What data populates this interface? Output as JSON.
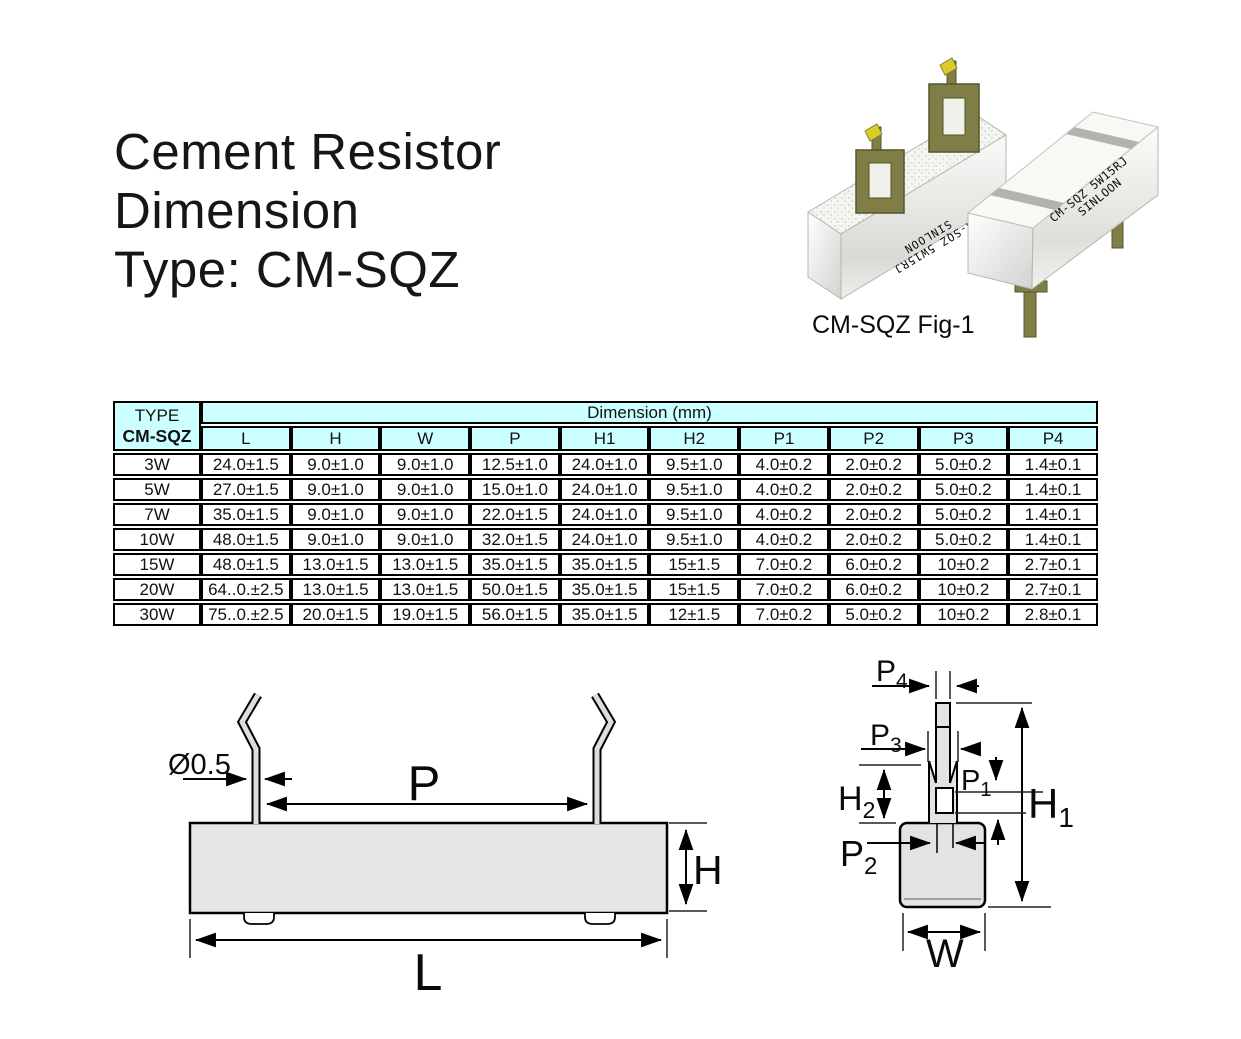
{
  "title": {
    "line1": "Cement Resistor",
    "line2": "Dimension",
    "line3": "Type: CM-SQZ"
  },
  "figure": {
    "caption": "CM-SQZ Fig-1",
    "marking_line1": "CM-SQZ 5W15RJ",
    "marking_line2": "SINLOON",
    "tab_color": "#7e7e46",
    "tip_color": "#d9cd2b"
  },
  "table": {
    "corner_header": "TYPE",
    "corner_subheader": "CM-SQZ",
    "span_header": "Dimension (mm)",
    "header_bg": "#ccffff",
    "columns": [
      "L",
      "H",
      "W",
      "P",
      "H1",
      "H2",
      "P1",
      "P2",
      "P3",
      "P4"
    ],
    "rows": [
      {
        "type": "3W",
        "values": [
          "24.0±1.5",
          "9.0±1.0",
          "9.0±1.0",
          "12.5±1.0",
          "24.0±1.0",
          "9.5±1.0",
          "4.0±0.2",
          "2.0±0.2",
          "5.0±0.2",
          "1.4±0.1"
        ]
      },
      {
        "type": "5W",
        "values": [
          "27.0±1.5",
          "9.0±1.0",
          "9.0±1.0",
          "15.0±1.0",
          "24.0±1.0",
          "9.5±1.0",
          "4.0±0.2",
          "2.0±0.2",
          "5.0±0.2",
          "1.4±0.1"
        ]
      },
      {
        "type": "7W",
        "values": [
          "35.0±1.5",
          "9.0±1.0",
          "9.0±1.0",
          "22.0±1.5",
          "24.0±1.0",
          "9.5±1.0",
          "4.0±0.2",
          "2.0±0.2",
          "5.0±0.2",
          "1.4±0.1"
        ]
      },
      {
        "type": "10W",
        "values": [
          "48.0±1.5",
          "9.0±1.0",
          "9.0±1.0",
          "32.0±1.5",
          "24.0±1.0",
          "9.5±1.0",
          "4.0±0.2",
          "2.0±0.2",
          "5.0±0.2",
          "1.4±0.1"
        ]
      },
      {
        "type": "15W",
        "values": [
          "48.0±1.5",
          "13.0±1.5",
          "13.0±1.5",
          "35.0±1.5",
          "35.0±1.5",
          "15±1.5",
          "7.0±0.2",
          "6.0±0.2",
          "10±0.2",
          "2.7±0.1"
        ]
      },
      {
        "type": "20W",
        "values": [
          "64..0.±2.5",
          "13.0±1.5",
          "13.0±1.5",
          "50.0±1.5",
          "35.0±1.5",
          "15±1.5",
          "7.0±0.2",
          "6.0±0.2",
          "10±0.2",
          "2.7±0.1"
        ]
      },
      {
        "type": "30W",
        "values": [
          "75..0.±2.5",
          "20.0±1.5",
          "19.0±1.5",
          "56.0±1.5",
          "35.0±1.5",
          "12±1.5",
          "7.0±0.2",
          "5.0±0.2",
          "10±0.2",
          "2.8±0.1"
        ]
      }
    ]
  },
  "side_view": {
    "labels": {
      "diameter": "Ø0.5",
      "pitch": "P",
      "height": "H",
      "length": "L"
    }
  },
  "end_view": {
    "labels": {
      "p4": {
        "base": "P",
        "sub": "4"
      },
      "p3": {
        "base": "P",
        "sub": "3"
      },
      "h2": {
        "base": "H",
        "sub": "2"
      },
      "p1": {
        "base": "P",
        "sub": "1"
      },
      "h1": {
        "base": "H",
        "sub": "1"
      },
      "p2": {
        "base": "P",
        "sub": "2"
      },
      "w": "W"
    }
  }
}
